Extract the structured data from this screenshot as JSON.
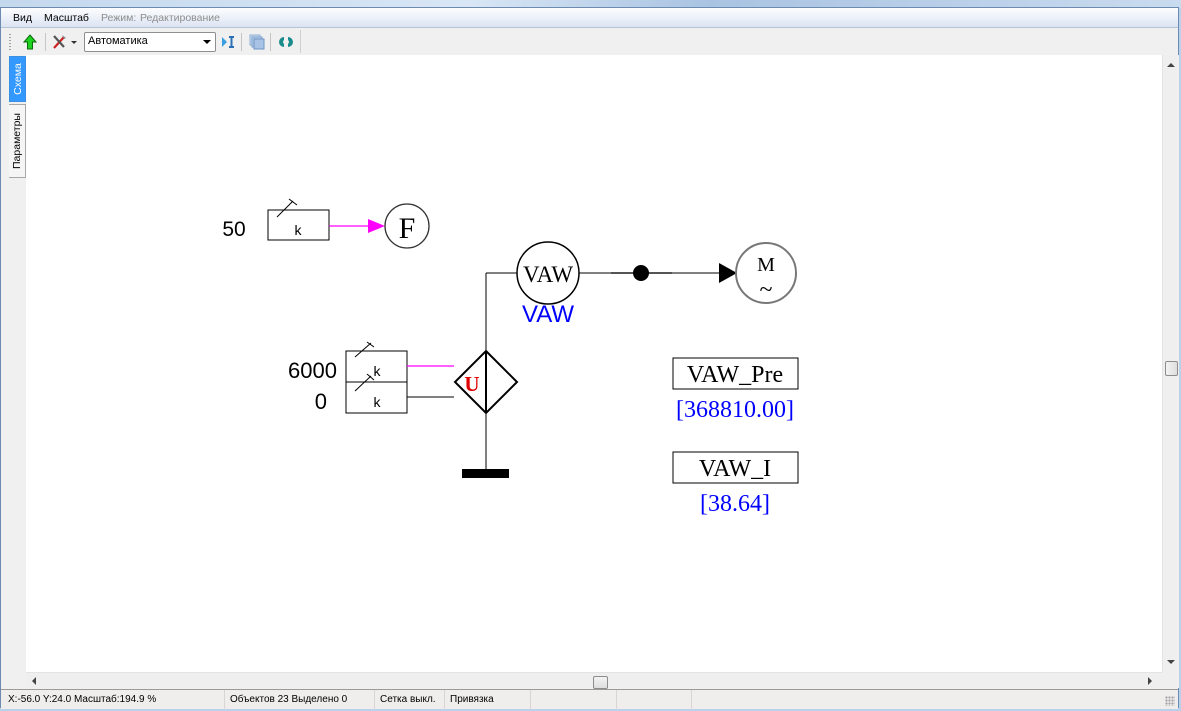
{
  "menu": {
    "items": [
      {
        "label": "Вид",
        "enabled": true
      },
      {
        "label": "Масштаб",
        "enabled": true
      },
      {
        "label": "Режим:",
        "enabled": false
      },
      {
        "label": "Редактирование",
        "enabled": false
      }
    ]
  },
  "toolbar": {
    "buttons": [
      {
        "icon": "green-up-arrow-icon"
      },
      {
        "icon": "tools-icon"
      },
      {
        "icon": "step-icon"
      },
      {
        "icon": "layers-icon"
      },
      {
        "icon": "refresh-icon"
      }
    ],
    "mode_select": {
      "value": "Автоматика"
    }
  },
  "side_tabs": [
    {
      "label": "Схема",
      "active": true
    },
    {
      "label": "Параметры",
      "active": false
    }
  ],
  "schematic": {
    "source_f": {
      "value": "50",
      "block_label": "k",
      "target_label": "F"
    },
    "source_u": {
      "values": [
        "6000",
        "0"
      ],
      "block_labels": [
        "k",
        "k"
      ],
      "symbol_label": "U"
    },
    "meter": {
      "label": "VAW",
      "caption": "VAW"
    },
    "motor": {
      "label": "M",
      "symbol": "~"
    },
    "readouts": [
      {
        "name": "VAW_Pre",
        "value": "[368810.00]"
      },
      {
        "name": "VAW_I",
        "value": "[38.64]"
      }
    ],
    "colors": {
      "signal_line": "#ff00ff",
      "readout_value": "#0000ff",
      "caption": "#0000ff",
      "source_symbol": "#e00000"
    }
  },
  "status": {
    "coords": "X:-56.0  Y:24.0  Масштаб:194.9 %",
    "objects": "Объектов 23  Выделено 0",
    "grid": "Сетка выкл.",
    "snap": "Привязка"
  }
}
